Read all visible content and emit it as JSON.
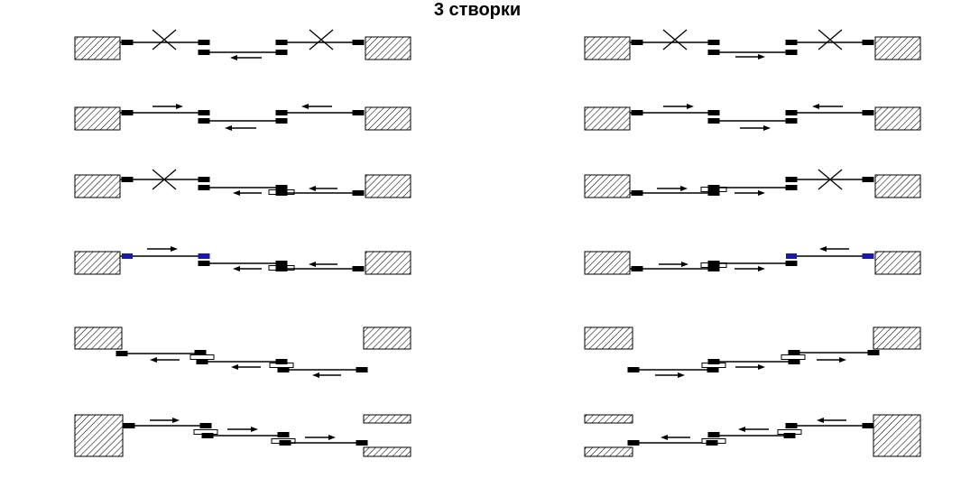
{
  "title": "3 створки",
  "colors": {
    "line": "#000000",
    "wall_hatch": "#000000",
    "wall_fill": "#ffffff",
    "block": "#000000",
    "highlight_block": "#1a1aa8"
  },
  "icons": [
    "hatched-wall",
    "cross-mark",
    "arrow-left",
    "arrow-right"
  ]
}
